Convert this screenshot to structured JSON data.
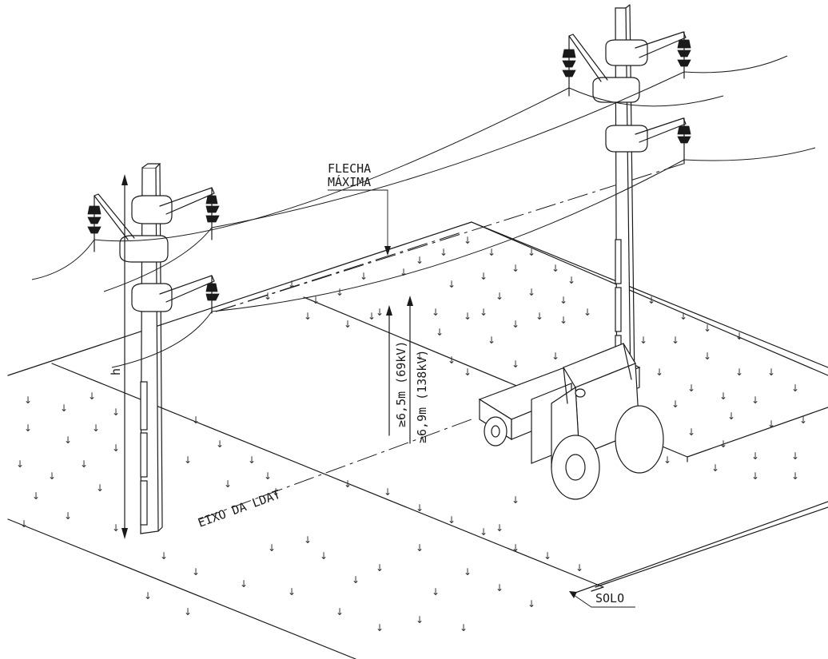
{
  "labels": {
    "flecha_line1": "FLECHA",
    "flecha_line2": "MÁXIMA",
    "clearance_69": "≥6,5m (69kV)",
    "clearance_138": "≥6,9m (138kV)",
    "height": "h",
    "axis": "EIXO DA LDAT",
    "ground": "SOLO"
  },
  "symbols": {
    "grass": "↓"
  },
  "colors": {
    "line": "#1a1a1a",
    "background": "#ffffff"
  }
}
